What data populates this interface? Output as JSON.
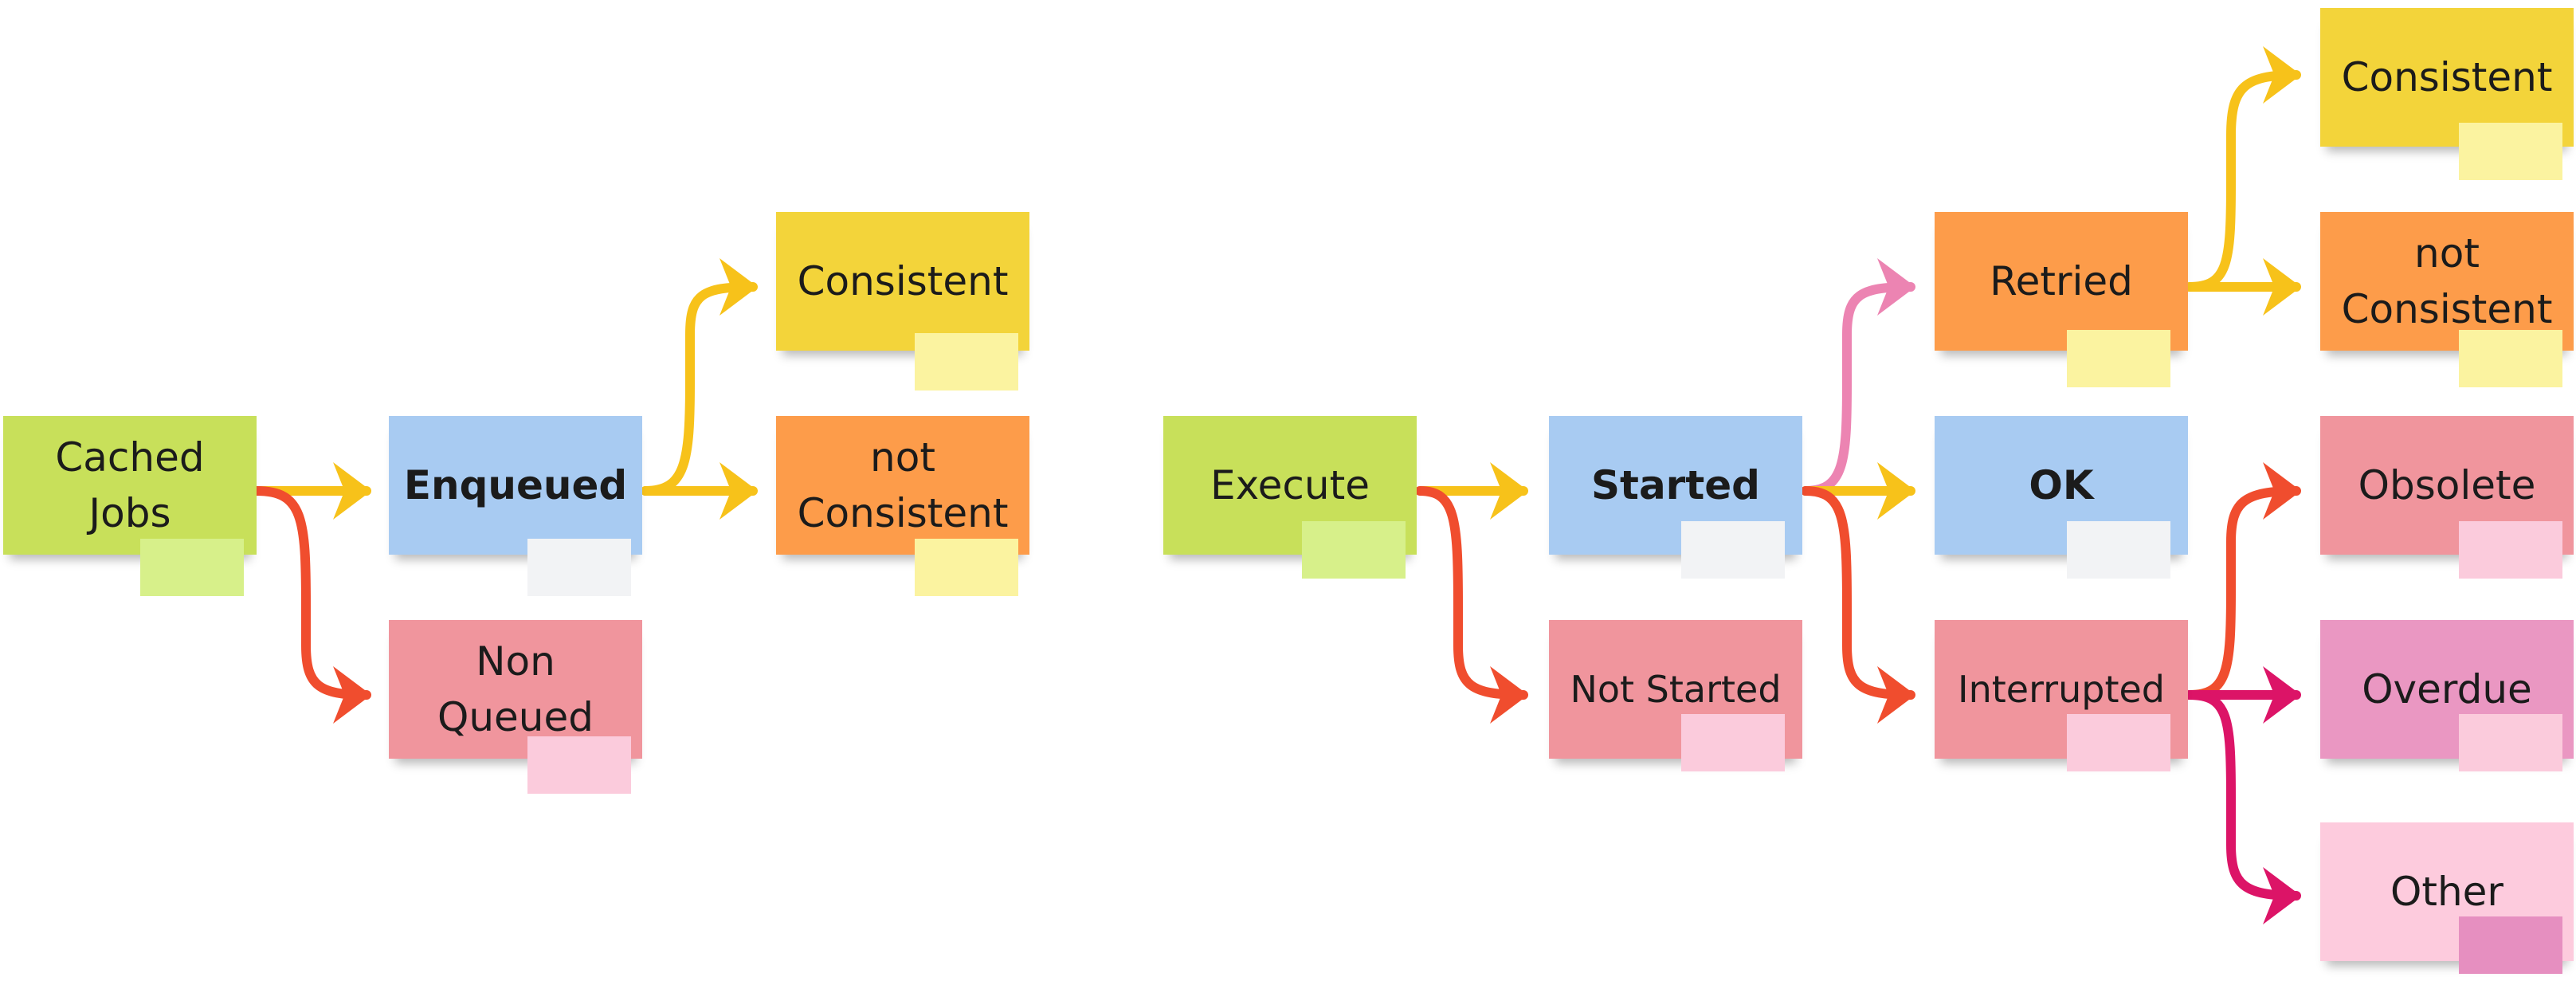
{
  "notes": {
    "cached_jobs": {
      "label": "Cached\nJobs"
    },
    "enqueued": {
      "label": "Enqueued"
    },
    "non_queued": {
      "label": "Non\nQueued"
    },
    "consistent_1": {
      "label": "Consistent"
    },
    "not_consistent_1": {
      "label": "not\nConsistent"
    },
    "execute": {
      "label": "Execute"
    },
    "started": {
      "label": "Started"
    },
    "not_started": {
      "label": "Not Started"
    },
    "retried": {
      "label": "Retried"
    },
    "ok": {
      "label": "OK"
    },
    "interrupted": {
      "label": "Interrupted"
    },
    "consistent_2": {
      "label": "Consistent"
    },
    "not_consistent_2": {
      "label": "not\nConsistent"
    },
    "obsolete": {
      "label": "Obsolete"
    },
    "overdue": {
      "label": "Overdue"
    },
    "other": {
      "label": "Other"
    }
  },
  "colors": {
    "green_note": "#c8e05a",
    "green_tag": "#d7f08a",
    "blue_note": "#a8cbf2",
    "tag_white": "#f2f3f5",
    "yellow_note": "#f3d43a",
    "yellow_tag": "#fbf3a0",
    "orange_note": "#fd9c4a",
    "red_note": "#f0959d",
    "pink_tag": "#fbcbdc",
    "magenta_note": "#ea97c2",
    "lightpink_note": "#fdcbdd",
    "magenta_tag": "#e68fc0",
    "arrow_yellow": "#f7c21a",
    "arrow_red": "#f04d2e",
    "arrow_pink": "#ec84b2",
    "arrow_magenta": "#dc1467"
  }
}
